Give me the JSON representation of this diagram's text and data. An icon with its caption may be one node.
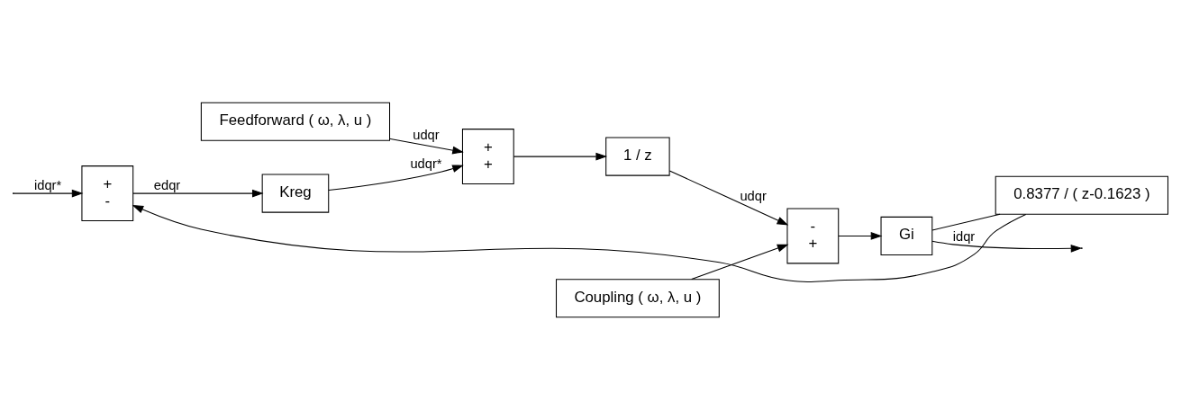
{
  "diagram": {
    "nodes": [
      {
        "text": [
          "Feedforward ( ω, λ, u )"
        ]
      },
      {
        "text": [
          "Coupling ( ω, λ, u )"
        ]
      },
      {
        "text": [
          "+",
          "-"
        ]
      },
      {
        "text": [
          "Kreg"
        ]
      },
      {
        "text": [
          "+",
          "+"
        ]
      },
      {
        "text": [
          "1 / z"
        ]
      },
      {
        "text": [
          "-",
          "+"
        ]
      },
      {
        "text": [
          "Gi"
        ]
      },
      {
        "text": [
          "0.8377 / ( z-0.1623 )"
        ]
      }
    ],
    "edges": [
      {
        "from": null,
        "to": 2,
        "arrow": "to",
        "label": "idqr*"
      },
      {
        "from": 2,
        "to": 3,
        "arrow": "to",
        "label": "edqr"
      },
      {
        "from": 0,
        "to": 4,
        "arrow": "to",
        "label": "udqr"
      },
      {
        "from": 3,
        "to": 4,
        "arrow": "to",
        "label": "udqr*"
      },
      {
        "from": 4,
        "to": 5,
        "arrow": "to"
      },
      {
        "from": 1,
        "to": 6,
        "arrow": "to"
      },
      {
        "from": 5,
        "to": 6,
        "arrow": "to",
        "label": "udqr"
      },
      {
        "from": 6,
        "to": 7,
        "arrow": "to"
      },
      {
        "from": 7,
        "to": null,
        "arrow": "to",
        "label": "idqr"
      },
      {
        "from": 7,
        "to": 8,
        "arrow": "none"
      },
      {
        "from": 8,
        "to": 2,
        "arrow": "to"
      }
    ]
  }
}
